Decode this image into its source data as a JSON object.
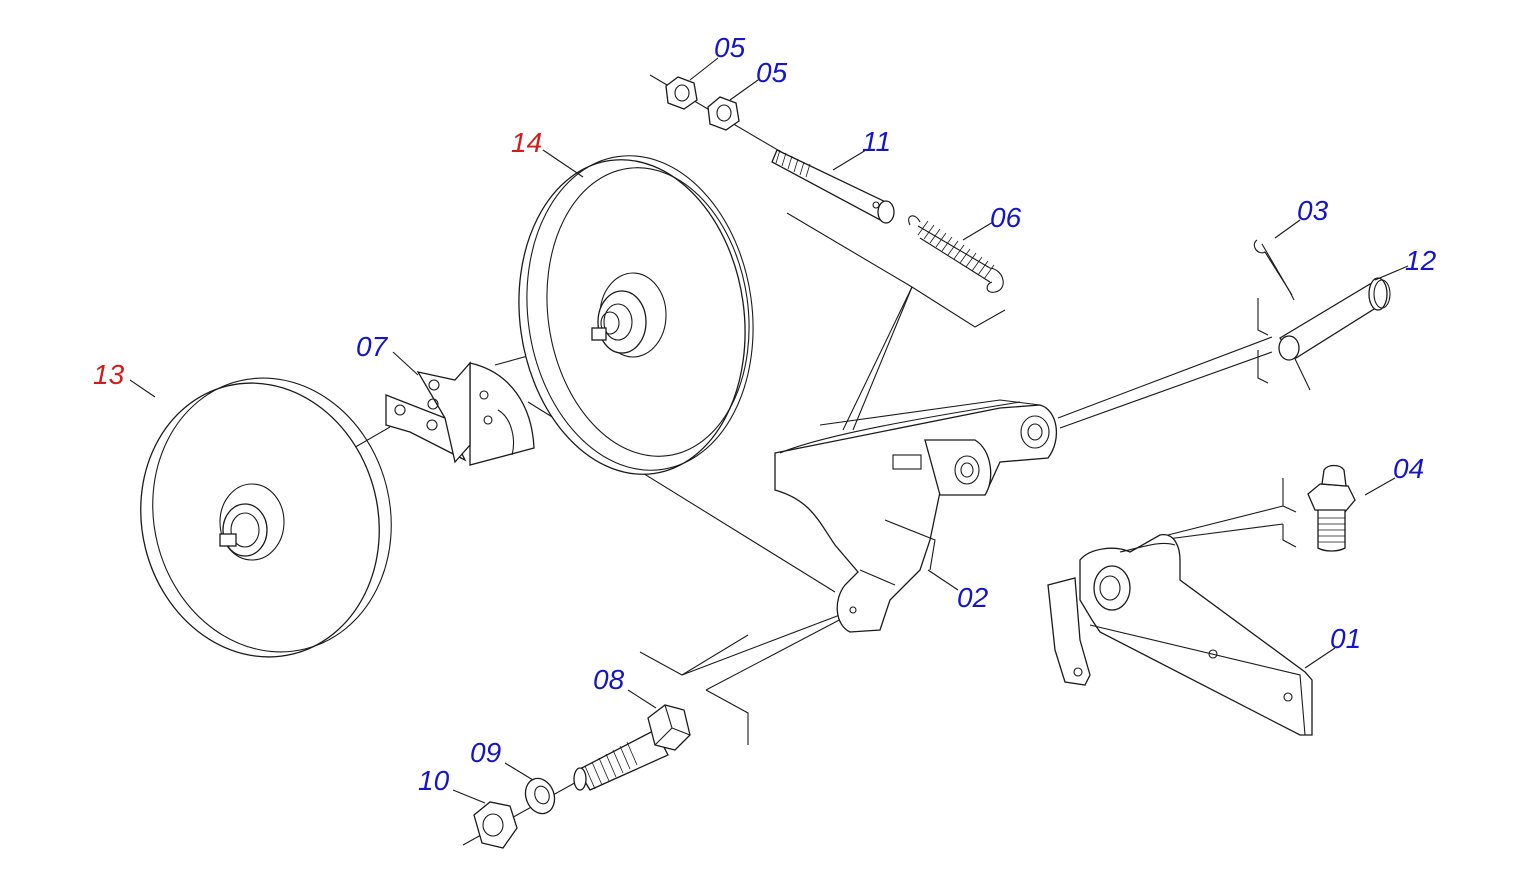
{
  "labels": {
    "nut_top_a": "05",
    "nut_top_b": "05",
    "bolt_11": "11",
    "spring_06": "06",
    "disc_14": "14",
    "bracket_07": "07",
    "disc_13": "13",
    "cotter_pin_03": "03",
    "pin_12": "12",
    "grease_nipple_04": "04",
    "arm_02": "02",
    "arm_01": "01",
    "bolt_08": "08",
    "washer_09": "09",
    "nut_10": "10"
  },
  "colors": {
    "label_standard": "#1515c8",
    "label_highlight": "#d41a1a",
    "line": "#1a1a1a"
  }
}
